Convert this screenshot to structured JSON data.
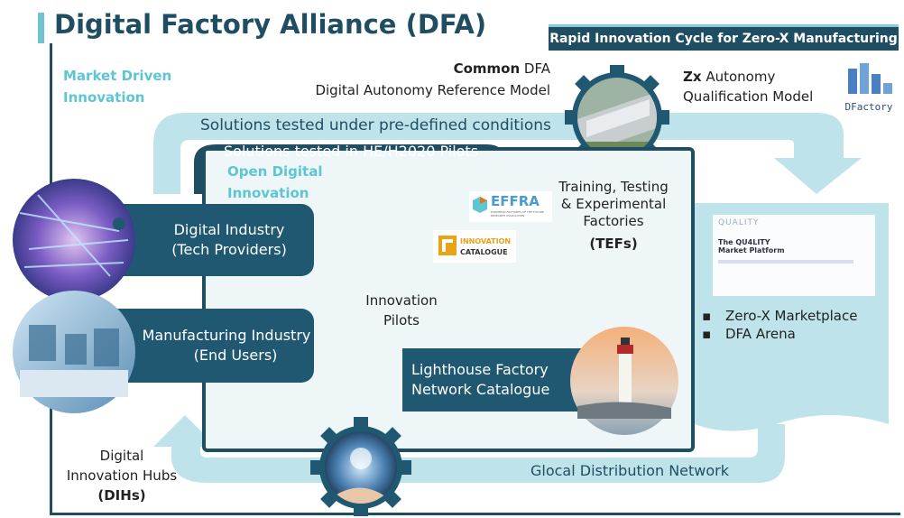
{
  "title": "Digital Factory Alliance (DFA)",
  "banner": "Rapid Innovation Cycle for Zero-X Manufacturing",
  "market_driven": [
    "Market Driven",
    "Innovation"
  ],
  "common_model": {
    "bold": "Common",
    "rest": " DFA",
    "line2": "Digital Autonomy Reference Model"
  },
  "zx_model": {
    "bold": "Zx",
    "rest": " Autonomy",
    "line2": "Qualification Model"
  },
  "dfactory_logo": "DFactory",
  "solutions_predefined": "Solutions tested under pre-defined conditions",
  "solutions_pilots": "Solutions tested in HE/H2020 Pilots",
  "open_digital": [
    "Open Digital",
    "Innovation"
  ],
  "tefs": {
    "lines": [
      "Training, Testing",
      "& Experimental",
      "Factories"
    ],
    "abbr": "(TEFs)"
  },
  "digital_industry": [
    "Digital Industry",
    "(Tech Providers)"
  ],
  "manufacturing_industry": [
    "Manufacturing Industry",
    "(End Users)"
  ],
  "effra": {
    "name": "EFFRA",
    "sub": "EUROPEAN FACTORIES OF THE FUTURE RESEARCH ASSOCIATION"
  },
  "innovation_catalogue": [
    "INNOVATION",
    "CATALOGUE"
  ],
  "innovation_pilots": [
    "Innovation",
    "Pilots"
  ],
  "lighthouse": [
    "Lighthouse Factory",
    "Network Catalogue"
  ],
  "quality_platform": {
    "header": "QUALITY",
    "name": "The QU4LITY",
    "name2": "Market Platform"
  },
  "marketplace_items": [
    "Zero-X Marketplace",
    "DFA Arena"
  ],
  "dihs": {
    "lines": [
      "Digital",
      "Innovation Hubs"
    ],
    "abbr": "(DIHs)"
  },
  "glocal": "Glocal Distribution Network",
  "colors": {
    "dark_teal": "#1f5870",
    "light_teal": "#bfe3ea",
    "accent": "#5ec5d3",
    "navy": "#1f4e63"
  }
}
